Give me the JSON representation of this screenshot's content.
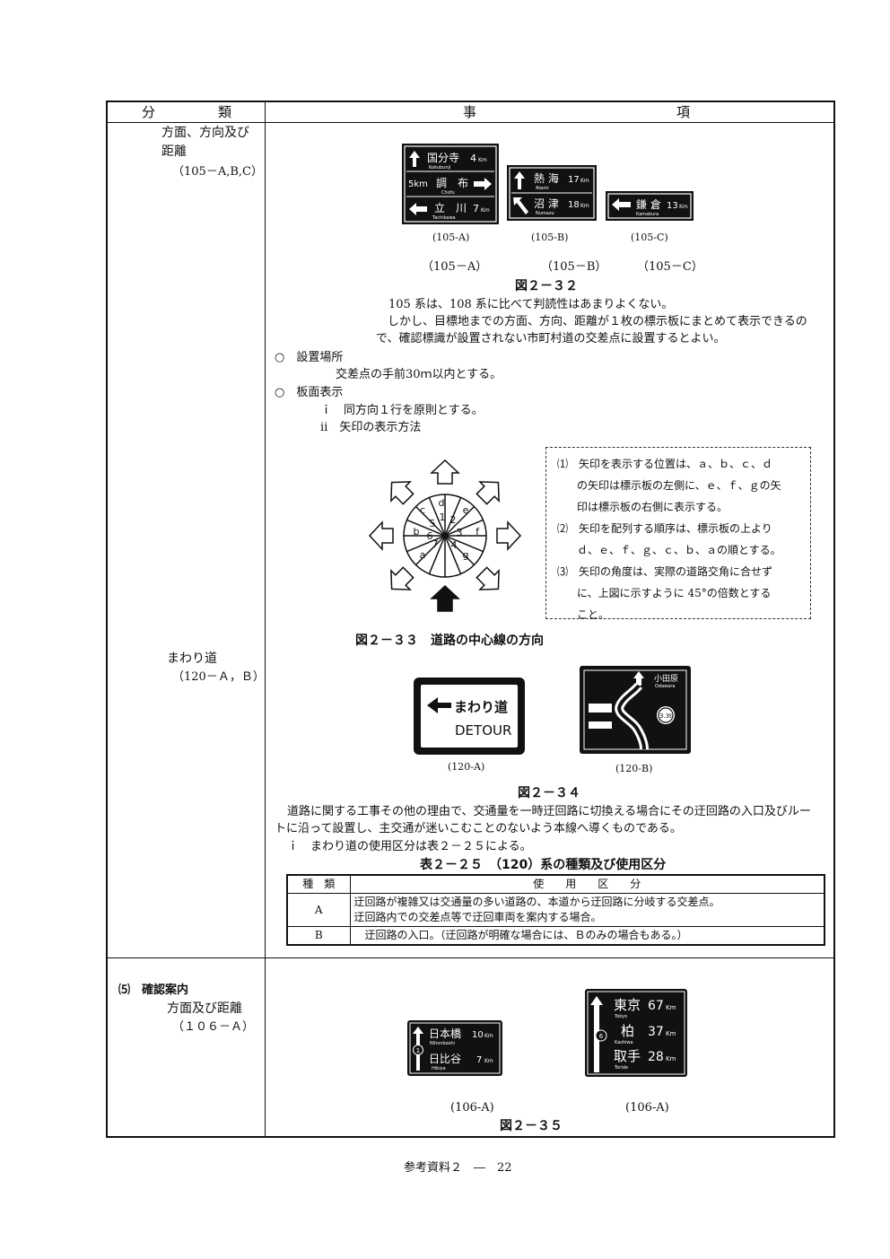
{
  "header": {
    "col1": "分　　　　類",
    "col2": "事　　　　　　　　　　　　　項"
  },
  "sec105": {
    "cat_line1": "方面、方向及び",
    "cat_line2": "距離",
    "cat_code": "（105－A,B,C）",
    "signs": {
      "a": {
        "rows": [
          {
            "name": "国分寺",
            "dist": "4",
            "roman": "Kokubunji"
          },
          {
            "name": "調　布",
            "dist": "5km",
            "roman": "Chofu"
          },
          {
            "name": "立　川",
            "dist": "7",
            "roman": "Tachikawa"
          }
        ]
      },
      "b": {
        "rows": [
          {
            "name": "熱 海",
            "dist": "17",
            "roman": "Atami"
          },
          {
            "name": "沼 津",
            "dist": "18",
            "roman": "Numazu"
          }
        ]
      },
      "c": {
        "rows": [
          {
            "name": "鎌 倉",
            "dist": "13",
            "roman": "Kamakura"
          }
        ]
      },
      "km": "Km"
    },
    "img_captions": [
      "(105-A)",
      "(105-B)",
      "(105-C)"
    ],
    "captions": [
      "（105－A）",
      "（105－B）",
      "（105－C）"
    ],
    "fig": "図２－３２",
    "text": [
      "105 系は、108 系に比べて判読性はあまりよくない。",
      "しかし、目標地までの方面、方向、距離が１枚の標示板にまとめて表示できるの",
      "で、確認標識が設置されない市町村道の交差点に設置するとよい。"
    ],
    "place_head": "○　設置場所",
    "place_text": "交差点の手前30ｍ以内とする。",
    "board_head": "○　板面表示",
    "board_i": "ｉ　同方向１行を原則とする。",
    "board_ii": "ⅱ　矢印の表示方法",
    "diagram": {
      "letters": [
        "d",
        "e",
        "f",
        "g",
        "a",
        "b",
        "c"
      ],
      "numbers": [
        "1",
        "2",
        "3",
        "4",
        "7",
        "6",
        "5"
      ]
    },
    "notes": [
      "⑴　矢印を表示する位置は、ａ、ｂ、ｃ、ｄ",
      "の矢印は標示板の左側に、ｅ、ｆ、ｇの矢",
      "印は標示板の右側に表示する。",
      "⑵　矢印を配列する順序は、標示板の上より",
      "ｄ、ｅ、ｆ、ｇ、ｃ、ｂ、ａの順とする。",
      "⑶　矢印の角度は、実際の道路交角に合せず",
      "に、上図に示すように 45°の倍数とする",
      "こと。"
    ],
    "fig33": "図２－３３　道路の中心線の方向"
  },
  "sec120": {
    "cat": "まわり道",
    "cat_code": "（120－Ａ，Ｂ）",
    "signA_jp": "まわり道",
    "signA_en": "DETOUR",
    "signB_dest": "小田原",
    "signB_roman": "Odawara",
    "signB_route": "3.3t",
    "captions": [
      "(120-A)",
      "(120-B)"
    ],
    "fig": "図２－３４",
    "text": [
      "道路に関する工事その他の理由で、交通量を一時迂回路に切換える場合にその迂回路の入口及びルー",
      "トに沿って設置し、主交通が迷いこむことのないよう本線へ導くものである。",
      "ｉ　まわり道の使用区分は表２－２５による。"
    ],
    "table_title": "表２－２５　（120）系の種類及び使用区分",
    "table": {
      "head": [
        "種　類",
        "使　　用　　区　　分"
      ],
      "rows": [
        {
          "k": "A",
          "l1": "迂回路が複雑又は交通量の多い道路の、本道から迂回路に分岐する交差点。",
          "l2": "迂回路内での交差点等で迂回車両を案内する場合。"
        },
        {
          "k": "B",
          "l1": "　迂回路の入口。（迂回路が明確な場合には、Ｂのみの場合もある。）",
          "l2": ""
        }
      ]
    }
  },
  "sec106": {
    "head": "⑸　確認案内",
    "cat": "方面及び距離",
    "cat_code": "（１０６－Ａ）",
    "sign1": {
      "rows": [
        {
          "name": "日本橋",
          "dist": "10",
          "roman": "Nihonbashi"
        },
        {
          "name": "日比谷",
          "dist": "7",
          "roman": "Hibiya"
        }
      ],
      "route": "1"
    },
    "sign2": {
      "rows": [
        {
          "name": "東京",
          "dist": "67",
          "roman": "Tokyo"
        },
        {
          "name": "柏",
          "dist": "37",
          "roman": "Kashiwa"
        },
        {
          "name": "取手",
          "dist": "28",
          "roman": "Toride"
        }
      ],
      "route": "6"
    },
    "km": "Km",
    "captions": [
      "(106-A)",
      "(106-A)"
    ],
    "fig": "図２－３５"
  },
  "footer": "参考資料２　―　22"
}
